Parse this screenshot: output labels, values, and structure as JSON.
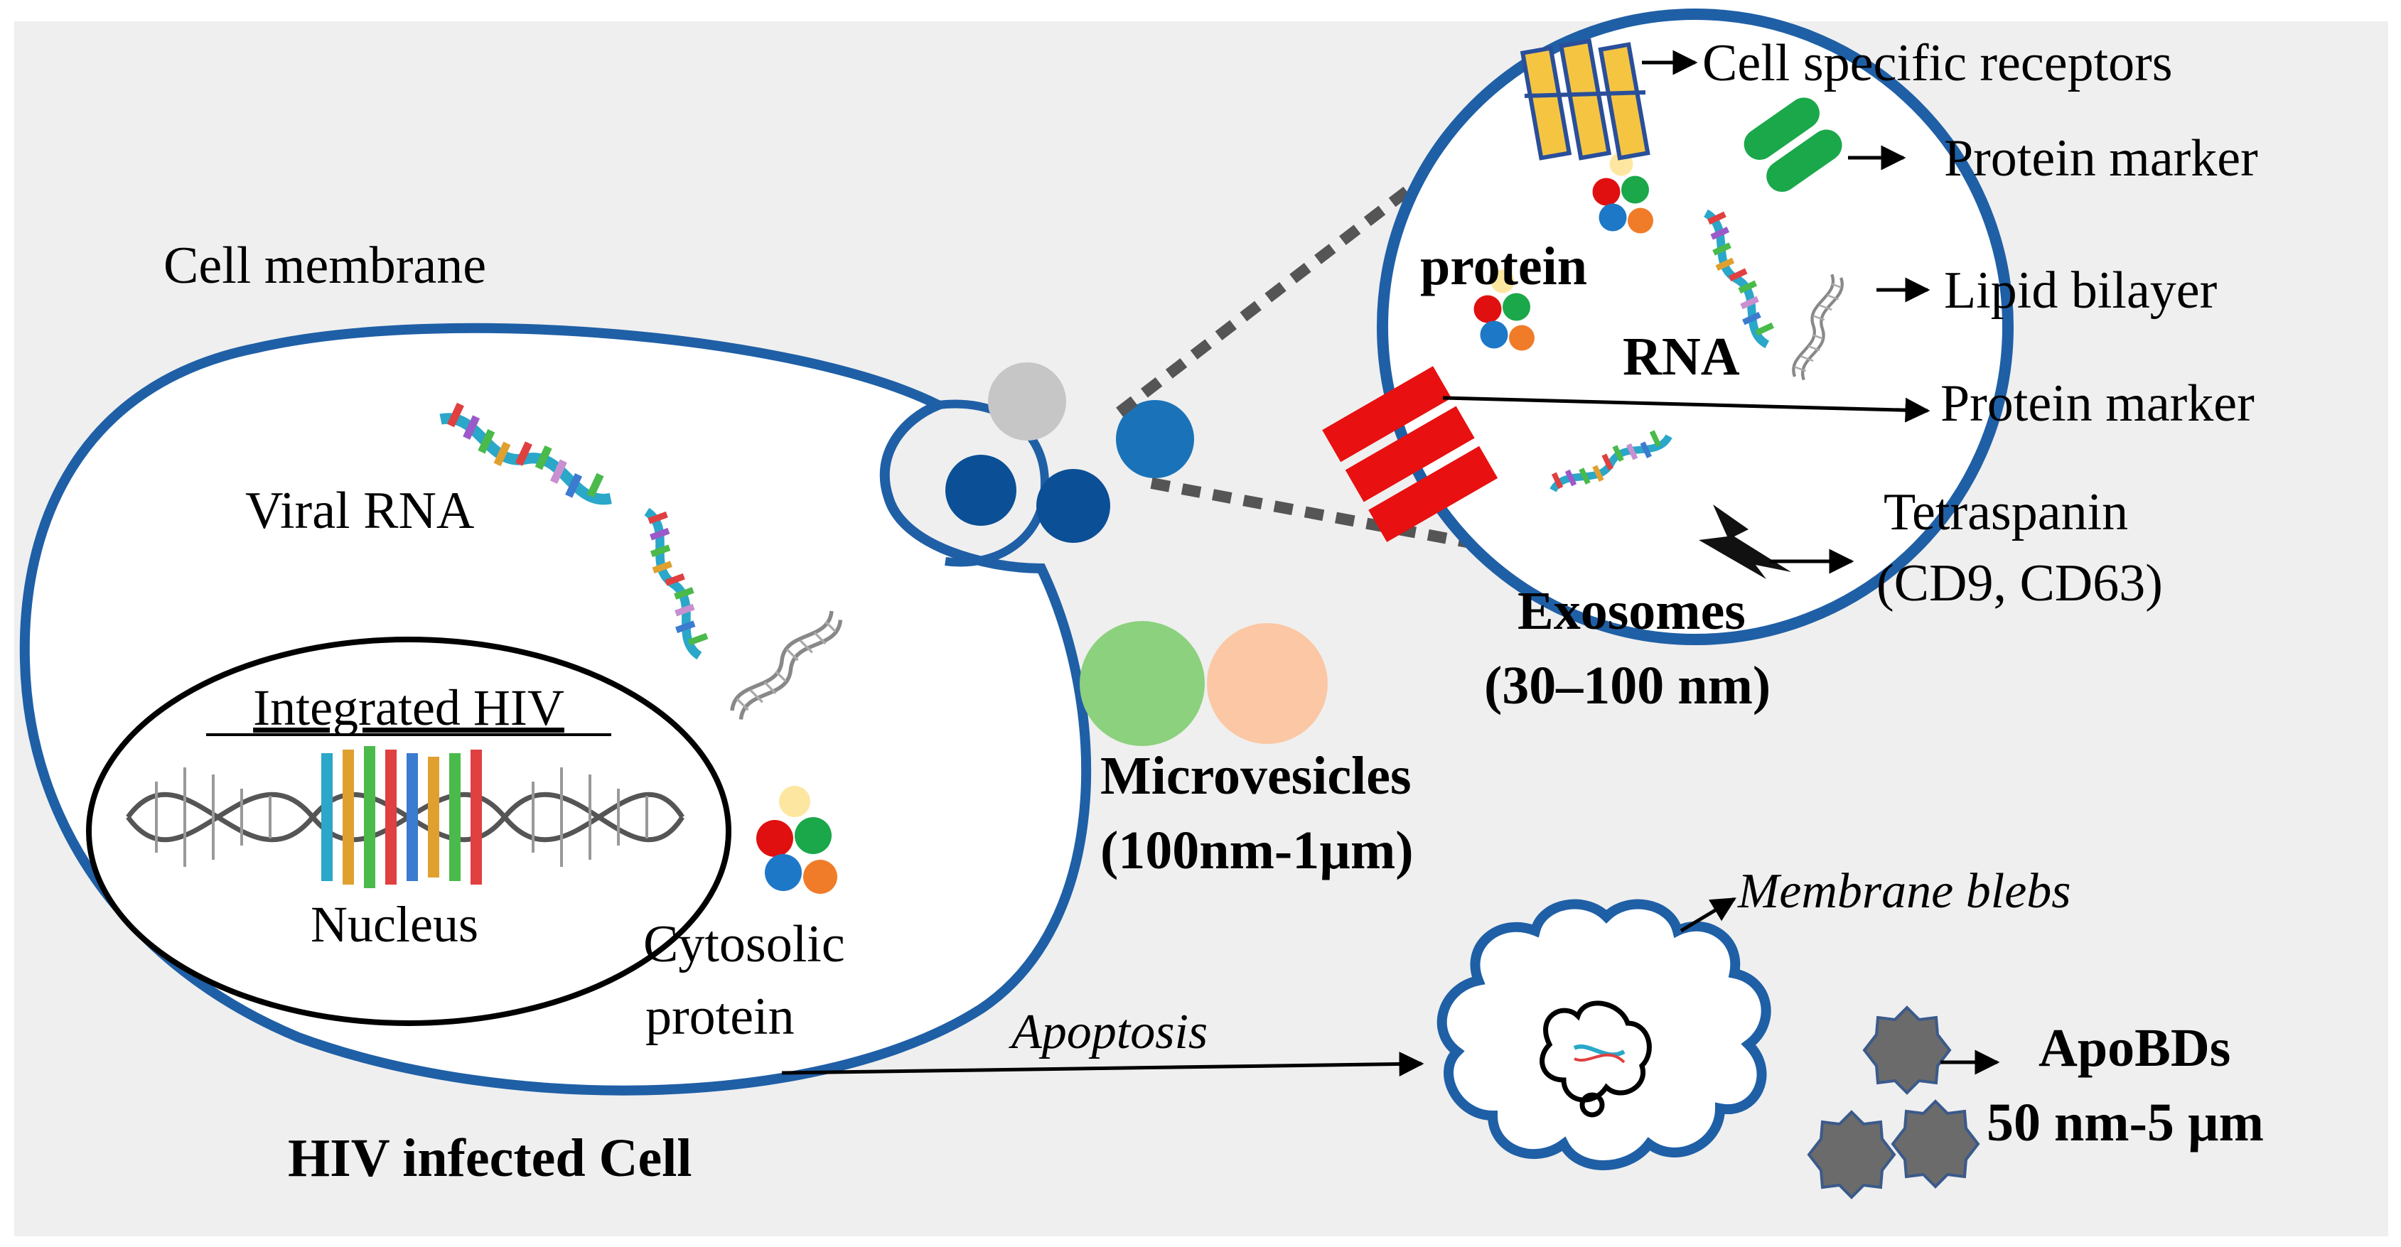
{
  "diagram": {
    "background_color": "#efefef",
    "membrane_color": "#1f5fa6",
    "labels": {
      "cell_membrane": "Cell membrane",
      "viral_rna": "Viral RNA",
      "integrated_hiv": "Integrated HIV",
      "nucleus": "Nucleus",
      "cytosolic_protein_line1": "Cytosolic",
      "cytosolic_protein_line2": "protein",
      "hiv_infected_cell": "HIV infected Cell",
      "apoptosis": "Apoptosis",
      "microvesicles": "Microvesicles",
      "microvesicles_size": "(100nm-1µm)",
      "exosomes": "Exosomes",
      "exosomes_size": "(30–100 nm)",
      "protein": "protein",
      "rna": "RNA",
      "cell_specific_receptors": "Cell specific  receptors",
      "protein_marker_top": "Protein marker",
      "lipid_bilayer": "Lipid bilayer",
      "protein_marker_mid": "Protein marker",
      "tetraspanin": "Tetraspanin",
      "tetraspanin_cd": "(CD9, CD63)",
      "membrane_blebs": "Membrane blebs",
      "apobds": "ApoBDs",
      "apobds_size": "50 nm-5 µm"
    },
    "icons": [
      "rna-strand-icon",
      "dna-helix-icon",
      "protein-cluster-icon",
      "receptor-icon",
      "protein-marker-icon",
      "tetraspanin-icon",
      "apoptotic-body-icon",
      "condensed-chromatin-icon"
    ]
  }
}
